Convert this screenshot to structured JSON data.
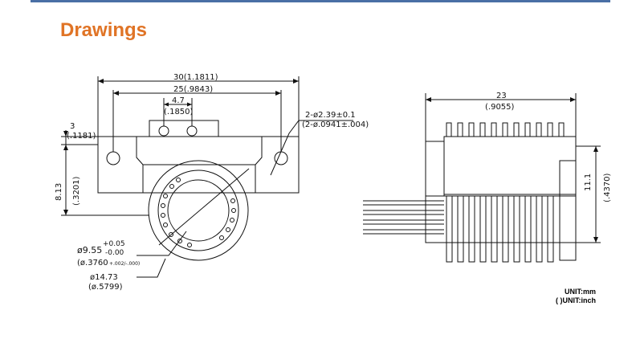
{
  "page": {
    "title": "Drawings",
    "accent": "#e07426",
    "rule_color": "#4a6fa5"
  },
  "front_view": {
    "dim_overall": "30(1.1811)",
    "dim_hole_span": "25(.9843)",
    "dim_pin_pitch_mm": "4.7",
    "dim_pin_pitch_in": "(.1850)",
    "dim_flange_mm": "3",
    "dim_flange_in": "(.1181)",
    "dim_height_mm": "8.13",
    "dim_height_in": "(.3201)",
    "hole_callout_mm": "2-ø2.39±0.1",
    "hole_callout_in": "(2-ø.0941±.004)",
    "bore_mm": "ø9.55",
    "bore_tol_plus": "+0.05",
    "bore_tol_minus": "-0.00",
    "bore_in": "(ø.3760",
    "bore_in_tol": "+.002/-.000)",
    "od_mm": "ø14.73",
    "od_in": "(ø.5799)"
  },
  "side_view": {
    "dim_length_mm": "23",
    "dim_length_in": "(.9055)",
    "dim_height_mm": "11.1",
    "dim_height_in": "(.4370)"
  },
  "units": {
    "line1": "UNIT:mm",
    "line2": "( )UNIT:inch"
  }
}
